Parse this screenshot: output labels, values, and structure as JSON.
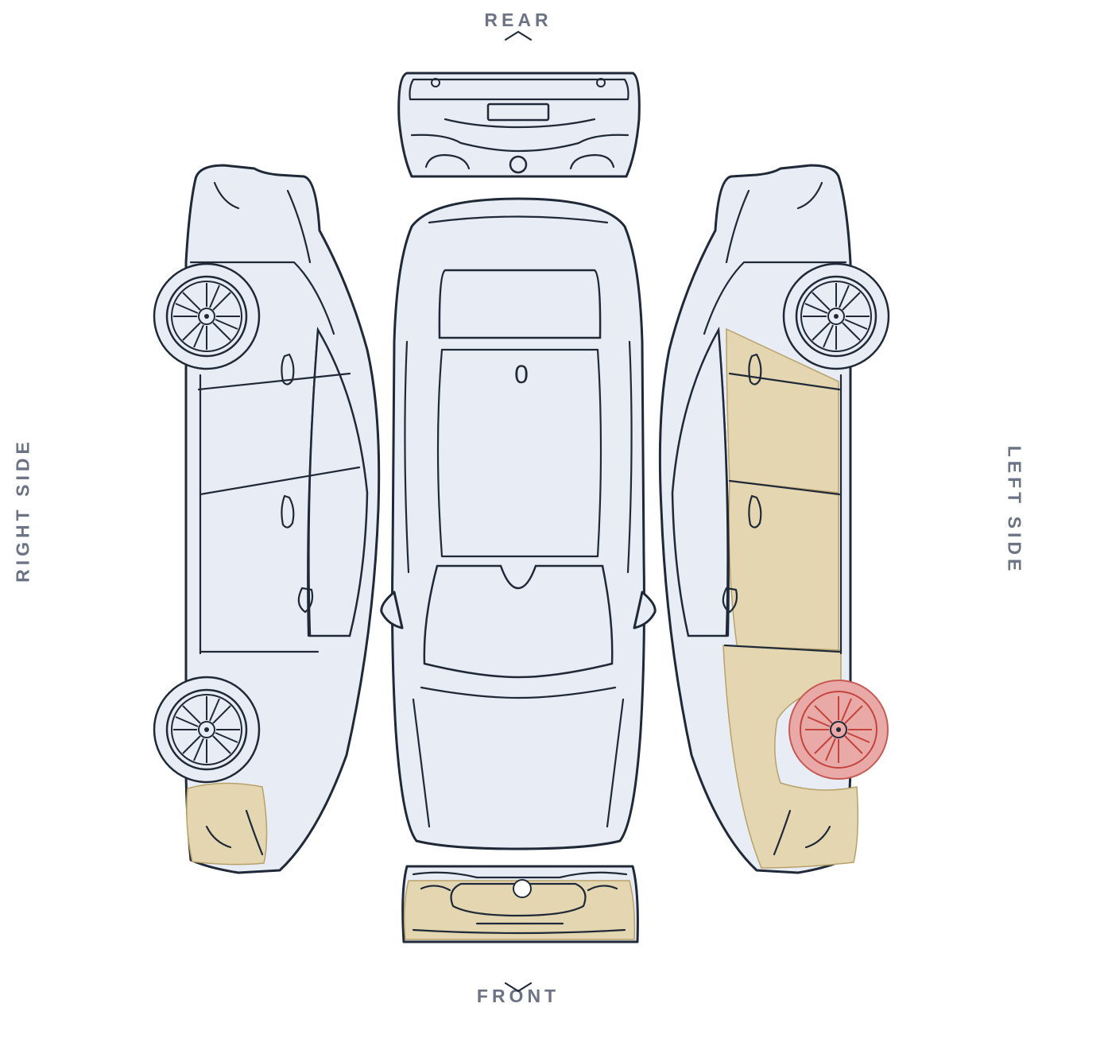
{
  "labels": {
    "rear": "REAR",
    "front": "FRONT",
    "right_side": "RIGHT SIDE",
    "left_side": "LEFT SIDE"
  },
  "roof_marker": "0",
  "colors": {
    "body_fill": "#e8ecf4",
    "outline": "#1f2937",
    "label_text": "#6b7384",
    "damage_minor": "#e4d6b1",
    "damage_severe": "#e9a9a7"
  },
  "damaged_areas": [
    {
      "view": "right-side",
      "part": "front fender"
    },
    {
      "view": "front",
      "part": "front bumper"
    },
    {
      "view": "left-side",
      "part": "front door"
    },
    {
      "view": "left-side",
      "part": "rear door"
    },
    {
      "view": "left-side",
      "part": "front fender"
    },
    {
      "view": "left-side",
      "part": "front wheel",
      "severity": "severe"
    }
  ]
}
